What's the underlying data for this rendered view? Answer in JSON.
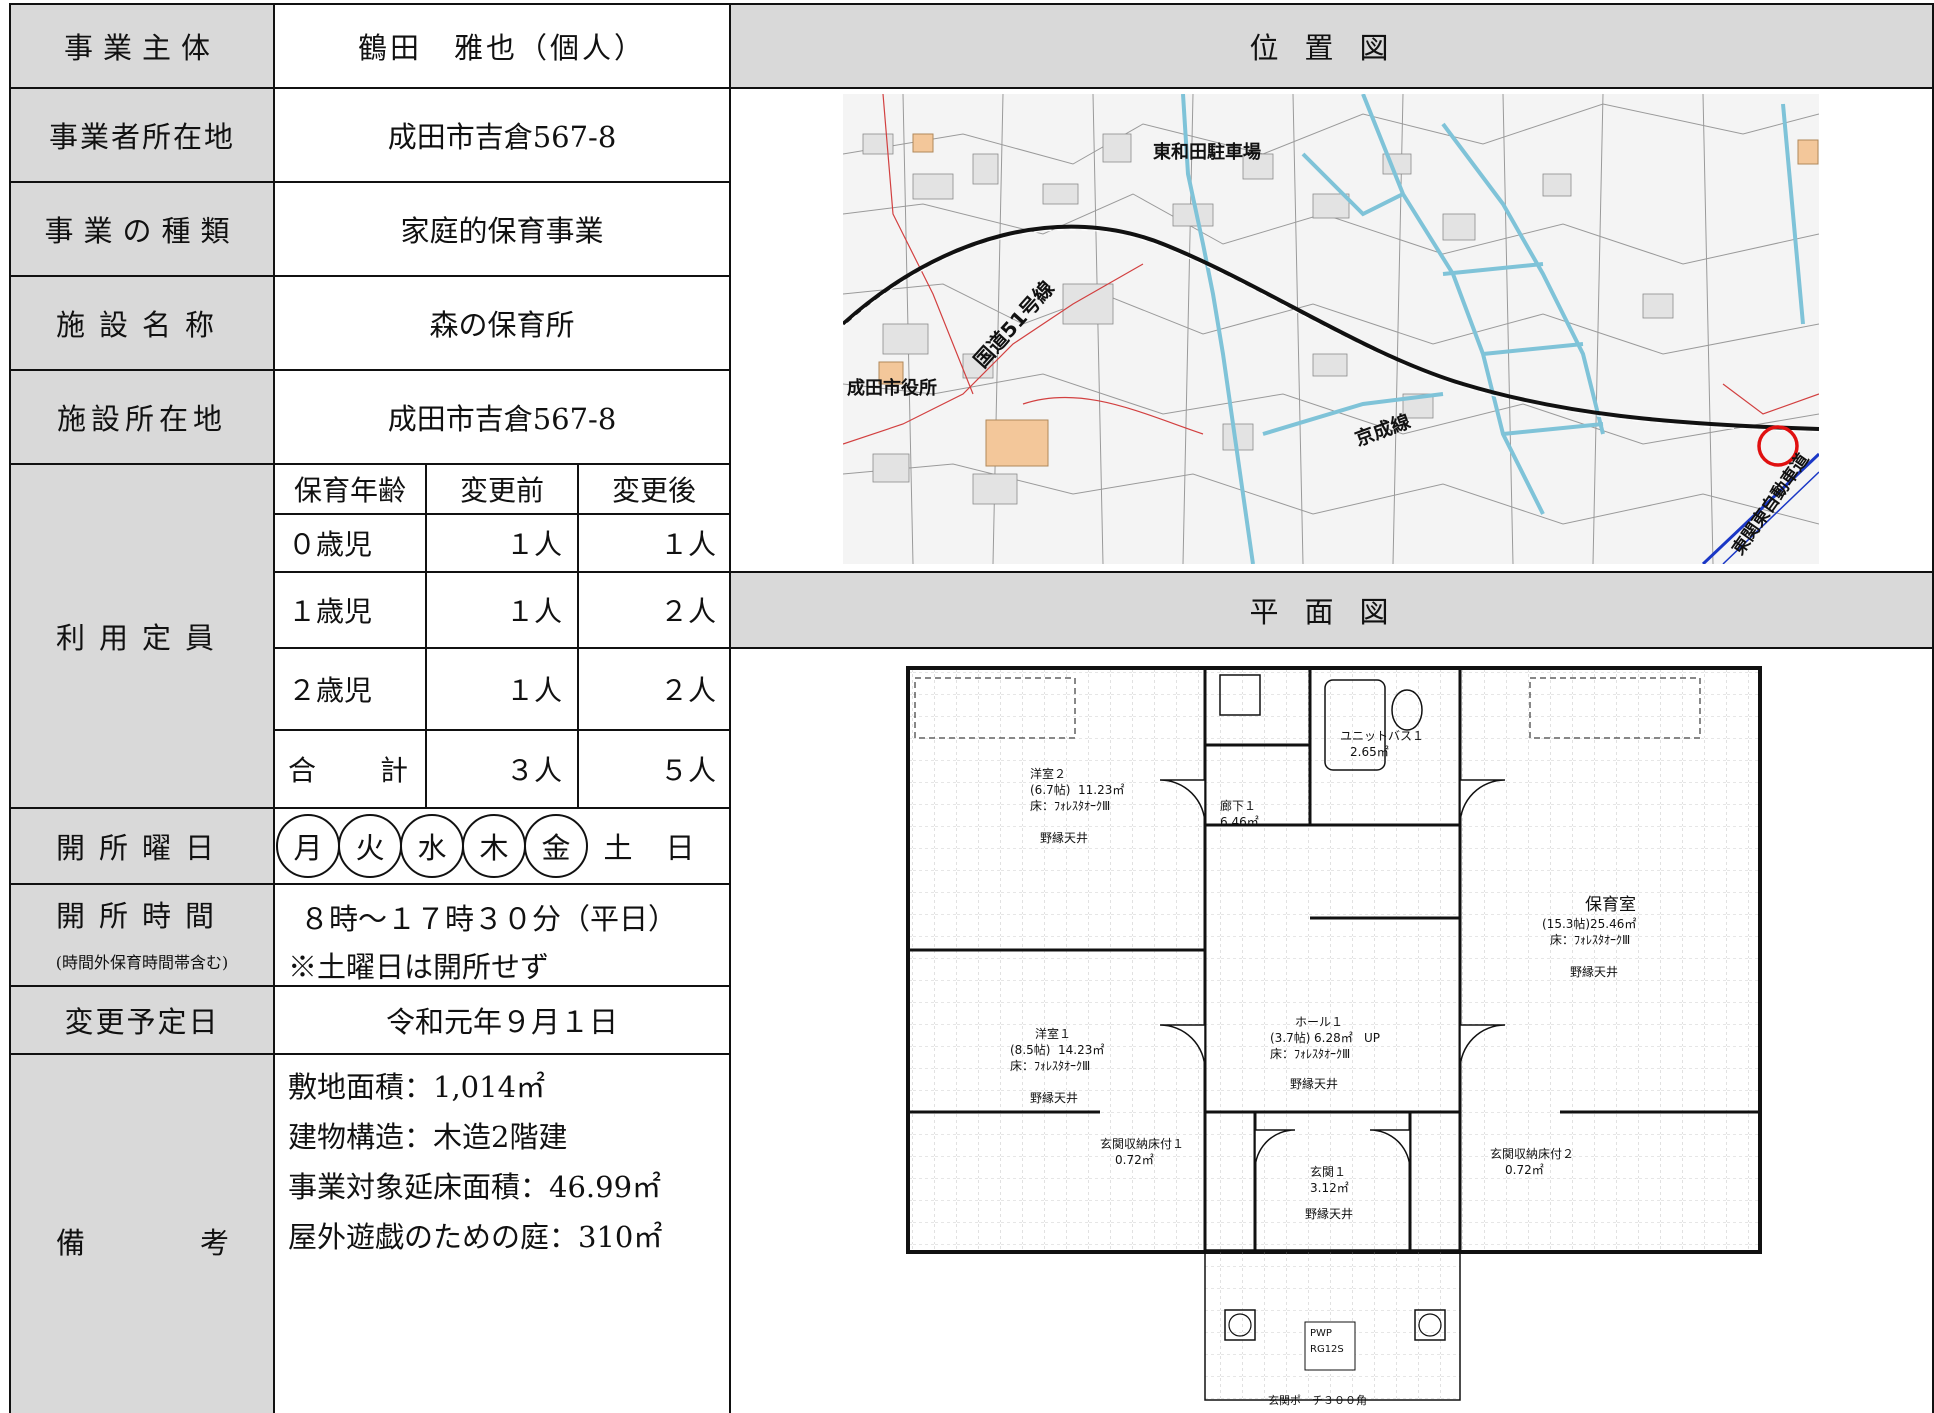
{
  "header": {
    "business_entity_label": "事業主体",
    "business_entity_value": "鶴田　雅也（個人）",
    "location_map_label": "位置図"
  },
  "rows": {
    "address_label": "事業者所在地",
    "address_value": "成田市吉倉567-8",
    "type_label": "事業の種類",
    "type_value": "家庭的保育事業",
    "facility_name_label": "施設名称",
    "facility_name_value": "森の保育所",
    "facility_address_label": "施設所在地",
    "facility_address_value": "成田市吉倉567-8"
  },
  "capacity": {
    "label": "利用定員",
    "headers": [
      "保育年齢",
      "変更前",
      "変更後"
    ],
    "rows": [
      {
        "age": "０歳児",
        "before": "１人",
        "after": "１人"
      },
      {
        "age": "１歳児",
        "before": "１人",
        "after": "２人"
      },
      {
        "age": "２歳児",
        "before": "１人",
        "after": "２人"
      }
    ],
    "total_label_a": "合",
    "total_label_b": "計",
    "total_before": "３人",
    "total_after": "５人"
  },
  "floor_plan_label": "平面図",
  "open_days": {
    "label": "開所曜日",
    "days": [
      {
        "day": "月",
        "circled": true
      },
      {
        "day": "火",
        "circled": true
      },
      {
        "day": "水",
        "circled": true
      },
      {
        "day": "木",
        "circled": true
      },
      {
        "day": "金",
        "circled": true
      },
      {
        "day": "土",
        "circled": false
      },
      {
        "day": "日",
        "circled": false
      }
    ]
  },
  "open_hours": {
    "label": "開所時間",
    "sublabel": "(時間外保育時間帯含む)",
    "line1": "８時～１７時３０分（平日）",
    "line2": "※土曜日は開所せず"
  },
  "change_date": {
    "label": "変更予定日",
    "value": "令和元年９月１日"
  },
  "remarks": {
    "label_a": "備",
    "label_b": "考",
    "lines": [
      "敷地面積：1,014㎡",
      "建物構造：木造2階建",
      "事業対象延床面積：46.99㎡",
      "屋外遊戯のための庭：310㎡"
    ]
  },
  "map": {
    "labels": {
      "parking": "東和田駐車場",
      "route51": "国道51号線",
      "city_hall": "成田市役所",
      "keisei": "京成線",
      "east_rail": "東関東自動車道"
    }
  },
  "plan": {
    "rooms": {
      "western2_name": "洋室２",
      "western2_size": "(6.7帖)",
      "western2_area": "11.23㎡",
      "western1_name": "洋室１",
      "western1_size": "(8.5帖)",
      "western1_area": "14.23㎡",
      "hoiku_name": "保育室",
      "hoiku_size": "(15.3帖)",
      "hoiku_area": "25.46㎡",
      "hall_name": "ホール１",
      "hall_size": "(3.7帖)",
      "hall_area": "6.28㎡",
      "corridor_name": "廊下１",
      "corridor_area": "6.46㎡",
      "bath_name": "ユニットバス１",
      "bath_area": "2.65㎡",
      "entry_name": "玄関１",
      "entry_area": "3.12㎡",
      "storage1_name": "玄関収納床付１",
      "storage1_area": "0.72㎡",
      "storage2_name": "玄関収納床付２",
      "storage2_area": "0.72㎡",
      "porch": "玄関ポーチ３００角",
      "pwp": "PWP",
      "rg": "RG12S",
      "floor_note": "床：ﾌｫﾚｽﾀｵｰｸⅢ",
      "ceiling_note": "野縁天井",
      "up": "UP"
    }
  }
}
